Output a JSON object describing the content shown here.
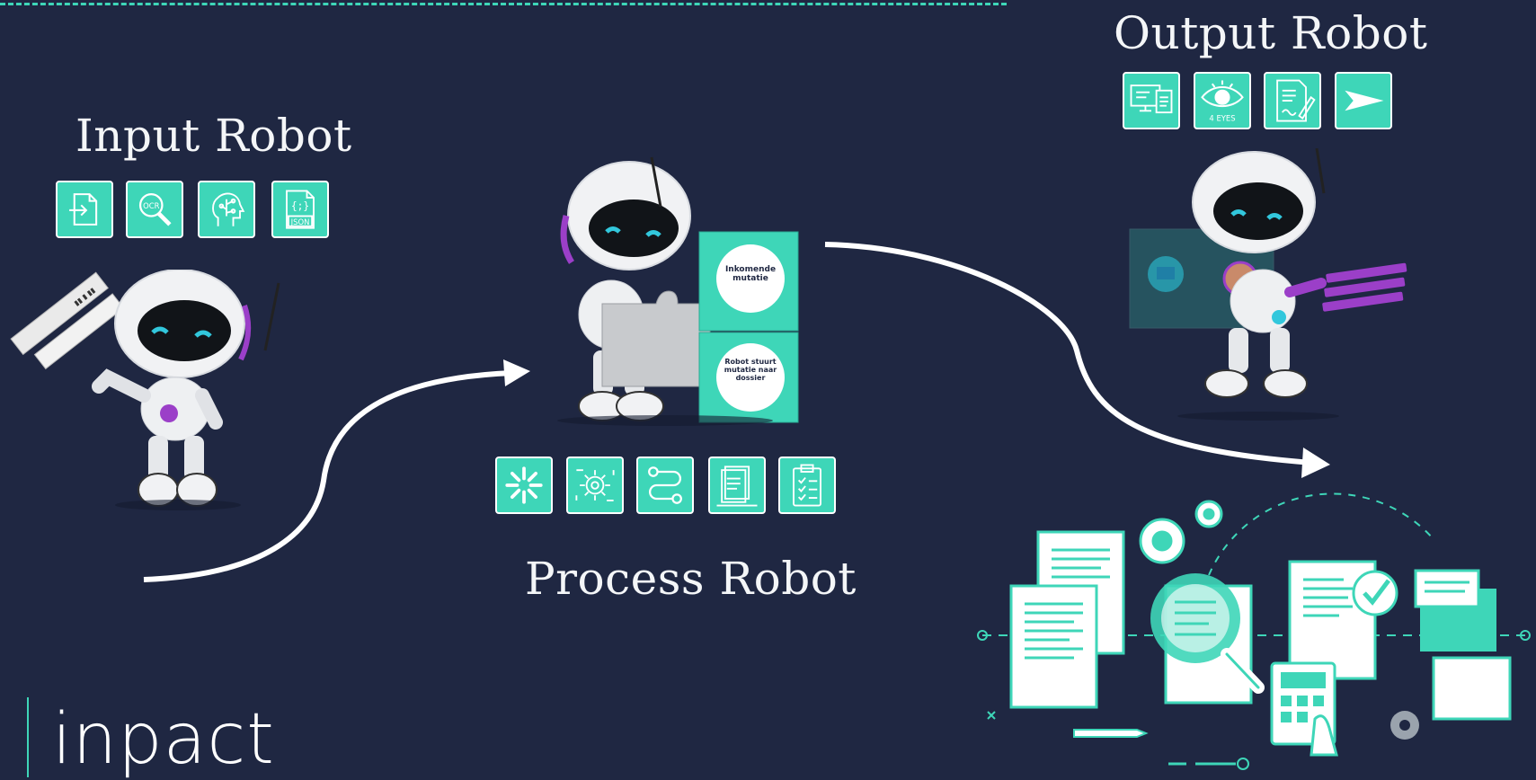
{
  "input": {
    "title": "Input Robot",
    "icons": [
      "import-file-icon",
      "ocr-search-icon",
      "ai-brain-icon",
      "json-file-icon"
    ],
    "json_label": "JSON",
    "ocr_label": "OCR"
  },
  "process": {
    "title": "Process Robot",
    "icons": [
      "sparkle-burst-icon",
      "circuit-gear-icon",
      "workflow-path-icon",
      "document-layers-icon",
      "checklist-clipboard-icon"
    ],
    "puzzle_top": "Inkomende mutatie",
    "puzzle_bottom": "Robot stuurt mutatie naar dossier"
  },
  "output": {
    "title": "Output Robot",
    "icons": [
      "screen-documents-icon",
      "four-eyes-icon",
      "signed-document-icon",
      "send-plane-icon"
    ],
    "four_eyes_label": "4 EYES"
  },
  "logo": {
    "text": "inpact"
  },
  "colors": {
    "background": "#1f2742",
    "accent": "#3ed6b8",
    "text": "#ffffff",
    "robot_accent": "#9b3fc8"
  }
}
